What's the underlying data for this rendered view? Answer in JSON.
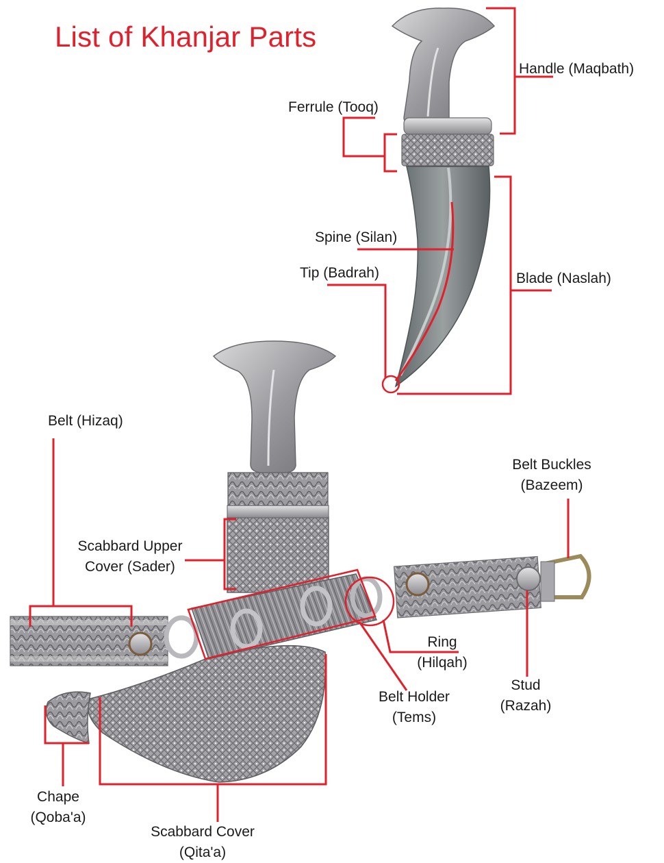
{
  "title": "List of Khanjar Parts",
  "colors": {
    "accent": "#e0202a",
    "metal": "#a6a6a9",
    "text": "#1a1a1a"
  },
  "labels": {
    "handle": "Handle (Maqbath)",
    "ferrule": "Ferrule (Tooq)",
    "spine": "Spine (Silan)",
    "tip": "Tip (Badrah)",
    "blade": "Blade (Naslah)",
    "belt": "Belt (Hizaq)",
    "belt_buckles_1": "Belt Buckles",
    "belt_buckles_2": "(Bazeem)",
    "scabbard_upper_1": "Scabbard Upper",
    "scabbard_upper_2": "Cover (Sader)",
    "ring_1": "Ring",
    "ring_2": "(Hilqah)",
    "stud_1": "Stud",
    "stud_2": "(Razah)",
    "belt_holder_1": "Belt Holder",
    "belt_holder_2": "(Tems)",
    "chape_1": "Chape",
    "chape_2": "(Qoba'a)",
    "scabbard_cover_1": "Scabbard Cover",
    "scabbard_cover_2": "(Qita'a)"
  }
}
